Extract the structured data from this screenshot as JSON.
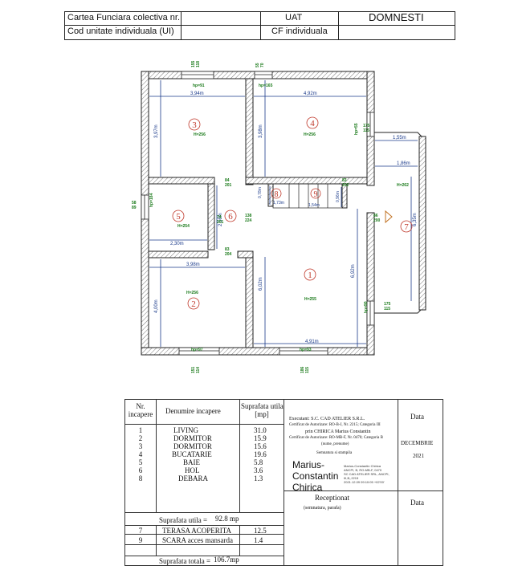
{
  "header": {
    "cf_colectiva_label": "Cartea Funciara colectiva nr.",
    "uat_label": "UAT",
    "uat_value": "DOMNESTI",
    "cod_unitate_label": "Cod unitate individuala (UI)",
    "cf_individuala_label": "CF individuala"
  },
  "plan": {
    "room_numbers": [
      "1",
      "2",
      "3",
      "4",
      "5",
      "6",
      "7",
      "8",
      "9"
    ],
    "heights": {
      "r1": "H=255",
      "r2": "H=256",
      "r3": "H=256",
      "r4": "H=256",
      "r5": "H=254",
      "r7": "H=262"
    },
    "dimensions": {
      "r3_width": "3,94m",
      "r3_height": "3,97m",
      "r4_width": "4,92m",
      "r4_height": "3,98m",
      "r5_width": "2,30m",
      "r5_height": "2,56m",
      "r2_width": "3,98m",
      "r2_height": "4,00m",
      "r1_width": "4,91m",
      "r1_height_left": "6,02m",
      "r1_height_right": "6,92m",
      "terrace_w1": "1,55m",
      "terrace_w2": "1,86m",
      "terrace_h": "6,35m",
      "r8_h": "0,78m",
      "r8_w": "1,73m",
      "r9_w": "1,54m",
      "r9_h": "0,96m"
    },
    "opening_labels": {
      "top_window_left": "155\n118",
      "top_window_right": "55\n70",
      "hp91": "hp=91",
      "hp165": "hp=165",
      "hp55": "hp=55",
      "w175_115_top": "175\n115",
      "door_84_201": "84\n201",
      "door_83_202": "83\n202",
      "left_window": "58\n89",
      "hp184": "hp=184",
      "door_74_201": "74\n201",
      "door_138_224": "138\n224",
      "door_83_204": "83\n204",
      "door_86_200": "86\n200",
      "hp90": "hp=90",
      "w175_115_bottom": "175\n115",
      "hp97": "hp=97",
      "hp93": "hp=93",
      "bottom_left": "151\n114",
      "bottom_right": "186\n115"
    }
  },
  "table": {
    "col_headers": {
      "nr": "Nr.\nincapere",
      "name": "Denumire incapere",
      "area": "Suprafata utila\n[mp]"
    },
    "rows": [
      {
        "nr": "1",
        "name": "LIVING",
        "area": "31.0"
      },
      {
        "nr": "2",
        "name": "DORMITOR",
        "area": "15.9"
      },
      {
        "nr": "3",
        "name": "DORMITOR",
        "area": "15.6"
      },
      {
        "nr": "4",
        "name": "BUCATARIE",
        "area": "19.6"
      },
      {
        "nr": "5",
        "name": "BAIE",
        "area": "5.8"
      },
      {
        "nr": "6",
        "name": "HOL",
        "area": "3.6"
      },
      {
        "nr": "8",
        "name": "DEBARA",
        "area": "1.3"
      }
    ],
    "suprafata_utila_label": "Suprafata utila =",
    "suprafata_utila_value": "92.8 mp",
    "extra_rows": [
      {
        "nr": "7",
        "name": "TERASA ACOPERITA",
        "area": "12.5"
      },
      {
        "nr": "9",
        "name": "SCARA acces mansarda",
        "area": "1.4"
      }
    ],
    "suprafata_totala_label": "Suprafata totala =",
    "suprafata_totala_value": "106.7mp",
    "executant_lines": [
      "Executant: S.C. CAD ATELIER S.R.L.",
      "Certificat de Autorizare: RO-B-J, Nr. 2215; Categoria III",
      "prin CHIRICA Marius Constantin",
      "Certificat de Autorizare: RO-MB-F, Nr. 0470; Categoria B",
      "(nume, prenume)"
    ],
    "semnatura_label": "Semnatura si stampila",
    "signature_name": [
      "Marius-",
      "Constantin",
      "Chirica"
    ],
    "signature_details": [
      "Marius-Constantin Chirica",
      "ANCPI, B, RO-MB-F, 0470",
      "SC CAD ATELIER SRL, ANCPI,",
      "III,B,,2215",
      "2021.12.09 09:10:05 +02'00'"
    ],
    "data_label": "Data",
    "data_month": "DECEMBRIE",
    "data_year": "2021",
    "receptionat_label": "Receptionat",
    "receptionat_sub": "(semnatura, parafa)",
    "data_label2": "Data"
  }
}
